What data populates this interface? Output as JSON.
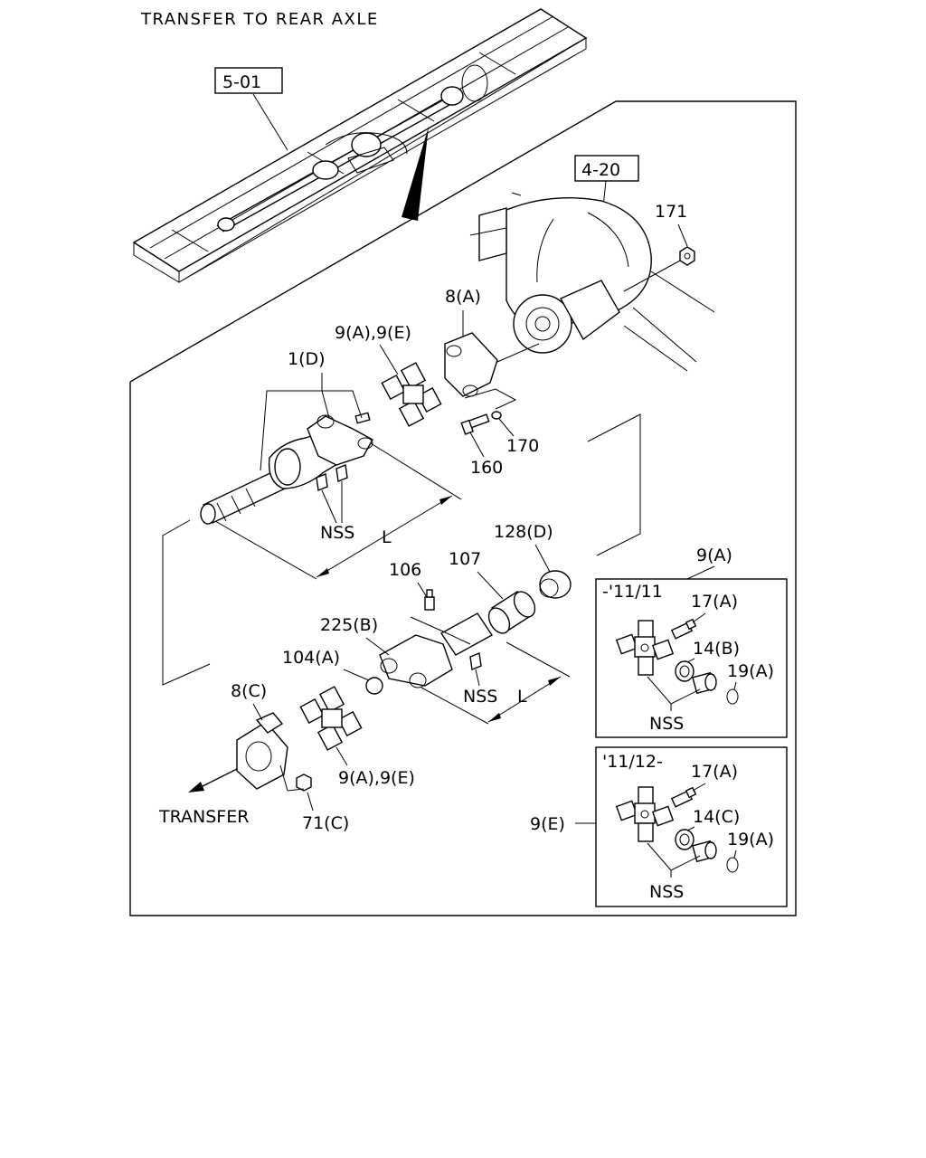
{
  "title": "TRANSFER TO REAR AXLE",
  "ref_boxes": [
    "5-01",
    "4-20"
  ],
  "callouts": {
    "c171": "171",
    "c8a": "8(A)",
    "c9ae_top": "9(A),9(E)",
    "c1d": "1(D)",
    "c170": "170",
    "c160": "160",
    "c_nss_1": "NSS",
    "c_L1": "L",
    "c128d": "128(D)",
    "c107": "107",
    "c106": "106",
    "c225b": "225(B)",
    "c104a": "104(A)",
    "c_nss_2": "NSS",
    "c_L2": "L",
    "c8c": "8(C)",
    "c9ae_bot": "9(A),9(E)",
    "c71c": "71(C)",
    "c_transfer": "TRANSFER",
    "c9a_side": "9(A)",
    "c9e_side": "9(E)"
  },
  "inset_a": {
    "date": "-'11/11",
    "c17": "17(A)",
    "c14": "14(B)",
    "c19": "19(A)",
    "nss": "NSS"
  },
  "inset_e": {
    "date": "'11/12-",
    "c17": "17(A)",
    "c14": "14(C)",
    "c19": "19(A)",
    "nss": "NSS"
  }
}
